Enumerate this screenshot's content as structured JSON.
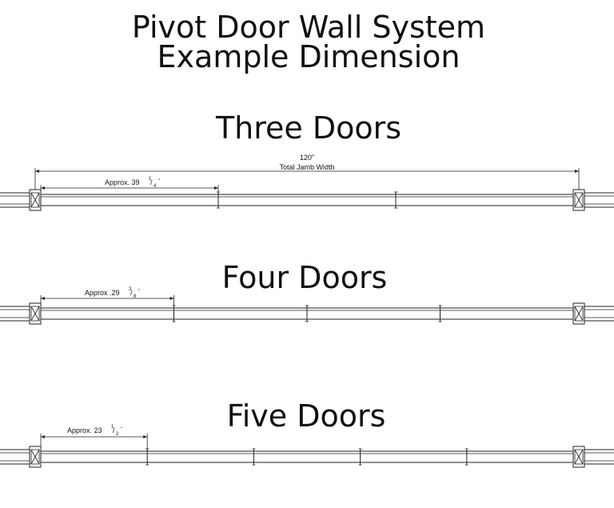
{
  "title": {
    "line1": "Pivot Door Wall System",
    "line2": "Example Dimension"
  },
  "sections": [
    {
      "heading": "Three Doors",
      "doors": 3,
      "overall": {
        "value": "120\"",
        "label": "Total Jamb Width"
      },
      "door_dim": {
        "prefix": "Approx. 39",
        "num": "1",
        "den": "4",
        "unit": "\""
      }
    },
    {
      "heading": "Four Doors",
      "doors": 4,
      "door_dim": {
        "prefix": "Approx .29",
        "num": "3",
        "den": "8",
        "unit": "\""
      }
    },
    {
      "heading": "Five Doors",
      "doors": 5,
      "door_dim": {
        "prefix": "Approx. 23",
        "num": "1",
        "den": "2",
        "unit": "\""
      }
    }
  ]
}
